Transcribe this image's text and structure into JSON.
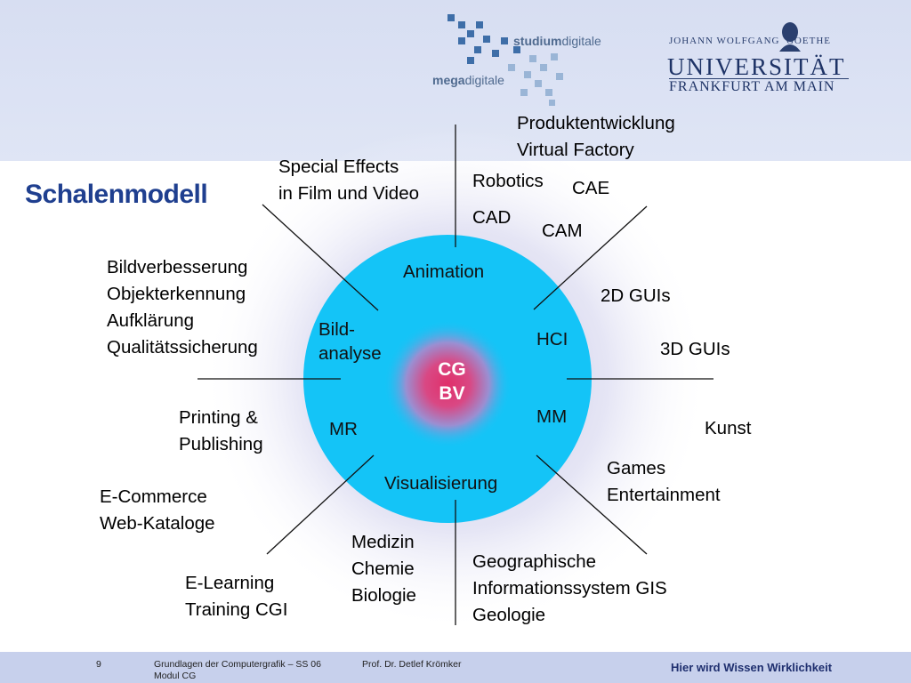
{
  "header": {
    "logo_megadigitale_prefix": "mega",
    "logo_megadigitale_suffix": "digitale",
    "logo_studiumdigitale_prefix": "studium",
    "logo_studiumdigitale_suffix": "digitale",
    "uni_name_top": "JOHANN WOLFGANG  GOETHE",
    "uni_name_big": "UNIVERSITÄT",
    "uni_name_city": "FRANKFURT AM MAIN"
  },
  "title": "Schalenmodell",
  "diagram": {
    "core": "CG\nBV",
    "inner": {
      "animation": "Animation",
      "bildanalyse": "Bild-\nanalyse",
      "hci": "HCI",
      "mm": "MM",
      "mr": "MR",
      "visualisierung": "Visualisierung"
    },
    "outer": {
      "produktentwicklung": "Produktentwicklung\nVirtual Factory",
      "special_effects": "Special Effects\nin Film und Video",
      "robotics": "Robotics",
      "cae": "CAE",
      "cad": "CAD",
      "cam": "CAM",
      "bildverbesserung": "Bildverbesserung\nObjekterkennung\nAufklärung\nQualitätssicherung",
      "gui2d": "2D GUIs",
      "gui3d": "3D GUIs",
      "printing": "Printing &\nPublishing",
      "kunst": "Kunst",
      "games": "Games\nEntertainment",
      "ecommerce": "E-Commerce\nWeb-Kataloge",
      "medizin": "Medizin\nChemie\nBiologie",
      "geographische": "Geographische\nInformationssystem GIS\nGeologie",
      "elearning": "E-Learning\nTraining CGI"
    }
  },
  "footer": {
    "page_number": "9",
    "course": "Grundlagen der Computergrafik – SS 06\nModul CG",
    "author": "Prof. Dr. Detlef Krömker",
    "slogan": "Hier wird Wissen Wirklichkeit"
  },
  "colors": {
    "title": "#1f3f8f",
    "inner_circle": "#14c4f7",
    "core": "#e0306a",
    "header_band": "#d7def2",
    "footer_band": "#c7d0ec"
  }
}
